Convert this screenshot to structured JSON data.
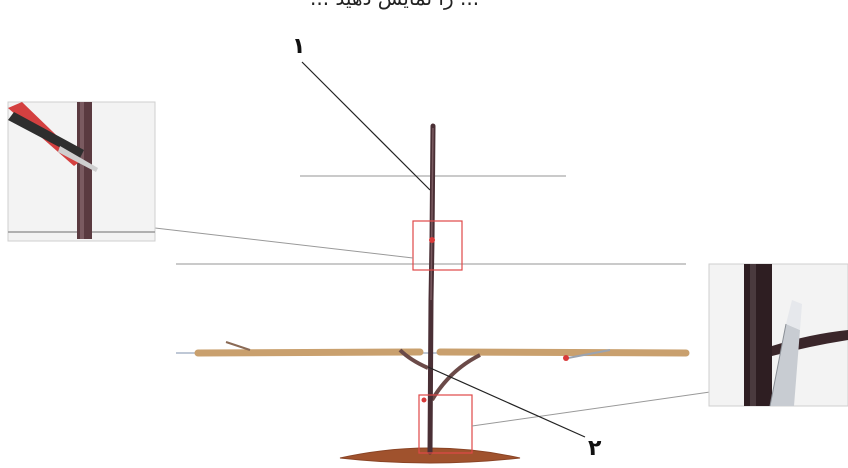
{
  "caption_fragment": "... را نمایش دهید ...",
  "labels": {
    "label_1": "۱",
    "label_2": "۲"
  },
  "colors": {
    "trunk": "#4a2f35",
    "branch": "#c9a06e",
    "soil": "#a0522d",
    "highlight_box": "#e04848",
    "wire": "#b8b8b8",
    "leader_line": "#222222"
  },
  "icons": {
    "inset_top_left": "pruning-shears-cutting-trunk",
    "inset_right": "pruning-knife-cutting-stem"
  }
}
